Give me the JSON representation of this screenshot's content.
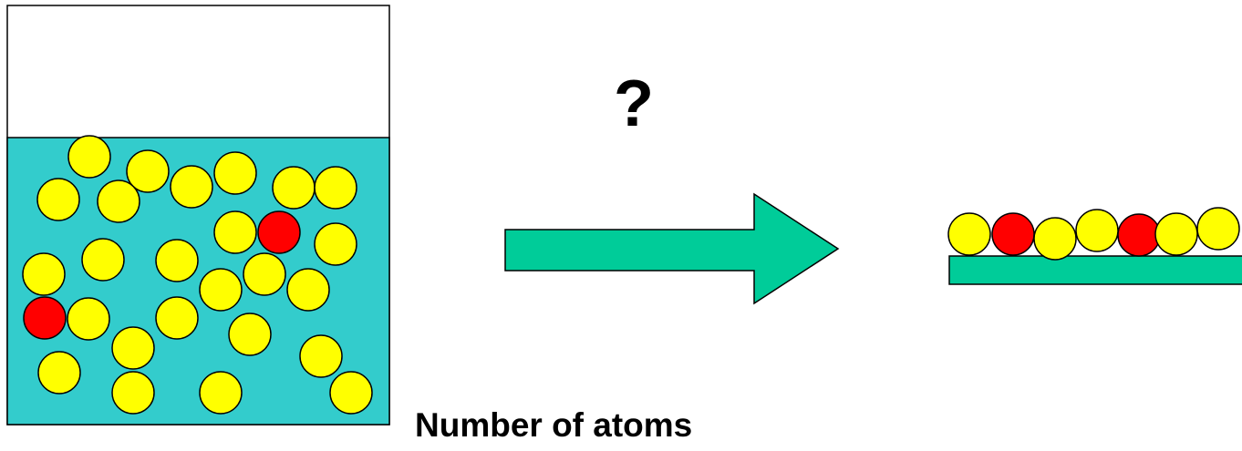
{
  "question_mark": "?",
  "caption": "Number of atoms",
  "colors": {
    "liquid": "#33cccc",
    "arrow": "#00cc99",
    "surface": "#00cc99",
    "atom_majority": "#ffff00",
    "atom_minority": "#ff0000",
    "outline": "#000000"
  },
  "icons": {
    "beaker": "container-with-solution",
    "arrow": "block-arrow-right",
    "surface": "substrate-with-adsorbed-atoms"
  }
}
